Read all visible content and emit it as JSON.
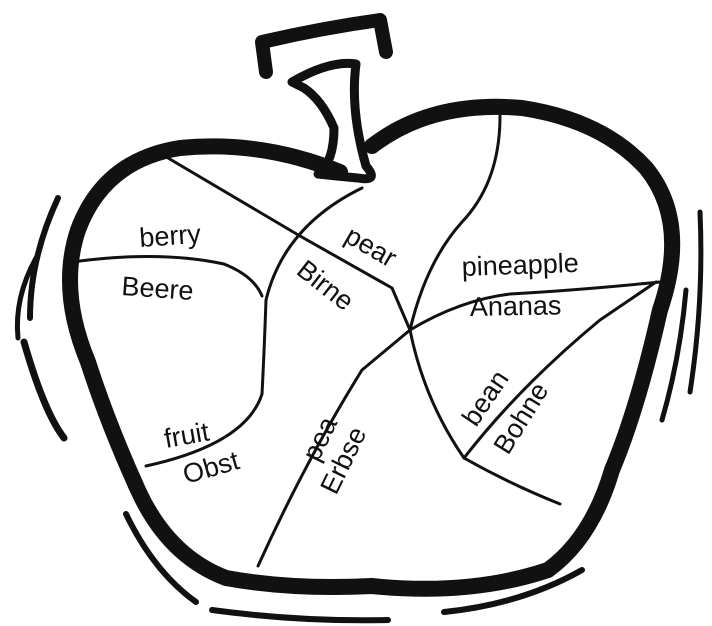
{
  "colors": {
    "ink": "#111111",
    "background": "#ffffff"
  },
  "labels": {
    "berry": "berry",
    "beere": "Beere",
    "pear": "pear",
    "birne": "Birne",
    "pineapple": "pineapple",
    "ananas": "Ananas",
    "fruit": "fruit",
    "obst": "Obst",
    "pea": "pea",
    "erbse": "Erbse",
    "bean": "bean",
    "bohne": "Bohne"
  }
}
